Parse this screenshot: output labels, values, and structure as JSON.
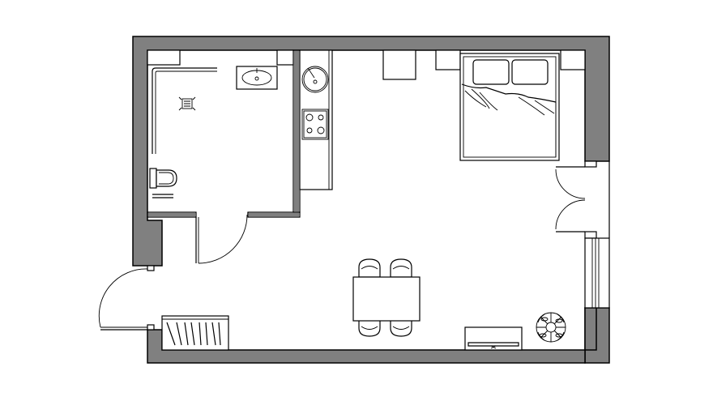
{
  "plan": {
    "kind": "studio-apartment-floor-plan",
    "colors": {
      "wall_fill": "#808080",
      "line": "#000000",
      "background": "#ffffff"
    },
    "rooms": [
      "bathroom",
      "kitchenette",
      "living-area",
      "bedroom-area"
    ],
    "fixtures": [
      "bathroom-sink",
      "shower-drain",
      "toilet",
      "shower-enclosure",
      "kitchen-sink",
      "cooktop",
      "kitchen-counter",
      "double-bed",
      "pillow",
      "pillow",
      "nightstand",
      "nightstand",
      "desk",
      "dining-table",
      "chair",
      "chair",
      "chair",
      "chair",
      "shoe-cabinet",
      "tv-console",
      "potted-plant"
    ],
    "doors": [
      "entrance-door",
      "bathroom-door",
      "balcony-double-door"
    ],
    "windows": [
      "right-window"
    ]
  }
}
